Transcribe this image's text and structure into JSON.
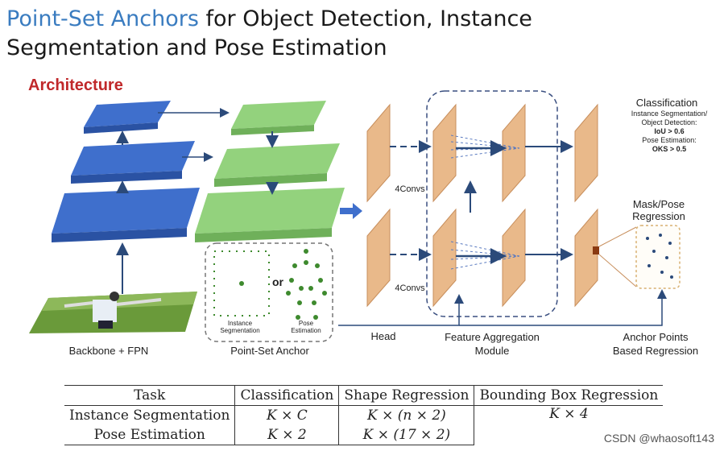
{
  "title": {
    "highlight": "Point-Set Anchors",
    "line1_rest": " for Object Detection, Instance",
    "line2": "Segmentation and Pose Estimation"
  },
  "architecture_label": "Architecture",
  "labels": {
    "backbone": "Backbone + FPN",
    "point_set_anchor": "Point-Set Anchor",
    "instance_segmentation": "Instance\nSegmentation",
    "or": "or",
    "pose_estimation_small": "Pose\nEstimation",
    "convs_top": "4Convs",
    "convs_bottom": "4Convs",
    "head": "Head",
    "feature_aggregation": "Feature Aggregation\nModule",
    "classification": "Classification",
    "cls_note_1": "Instance Segmentation/",
    "cls_note_2": "Object Detection:",
    "cls_note_3": "IoU > 0.6",
    "cls_note_4": "Pose Estimation:",
    "cls_note_5": "OKS > 0.5",
    "mask_pose": "Mask/Pose\nRegression",
    "anchor_points": "Anchor Points\nBased Regression"
  },
  "table": {
    "headers": [
      "Task",
      "Classification",
      "Shape Regression",
      "Bounding Box Regression"
    ],
    "rows": [
      [
        "Instance Segmentation",
        "K × C",
        "K × (n × 2)",
        "K × 4"
      ],
      [
        "Pose Estimation",
        "K × 2",
        "K × (17 × 2)",
        ""
      ]
    ]
  },
  "watermark": "CSDN @whaosoft143",
  "colors": {
    "blue_layer": "#3f6fcc",
    "green_layer": "#93d27d",
    "orange_block": "#e9b98a",
    "title_accent": "#3a7cc0",
    "arch_red": "#c0282a"
  }
}
